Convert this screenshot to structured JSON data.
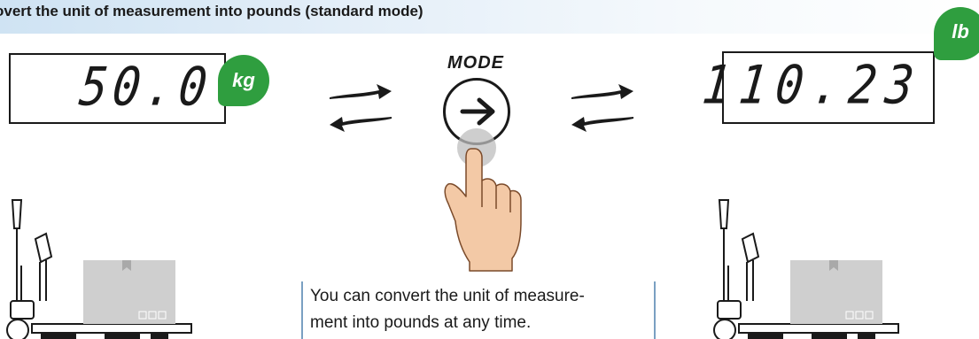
{
  "title": "overt the unit of measurement into pounds (standard mode)",
  "left_display": {
    "value": "50.0",
    "unit_badge": "kg"
  },
  "right_display": {
    "value": "110.23",
    "unit_badge": "lb"
  },
  "mode_button": {
    "label": "MODE",
    "icon": "arrow-right-icon"
  },
  "note": {
    "line1": "You can convert the unit of measure-",
    "line2": "ment into pounds at any time."
  },
  "colors": {
    "badge_green": "#2f9e3f",
    "title_band": "#cfe3f3",
    "note_border": "#7aa0c2",
    "skin": "#f3c9a6",
    "box_gray": "#cfcfcf"
  }
}
